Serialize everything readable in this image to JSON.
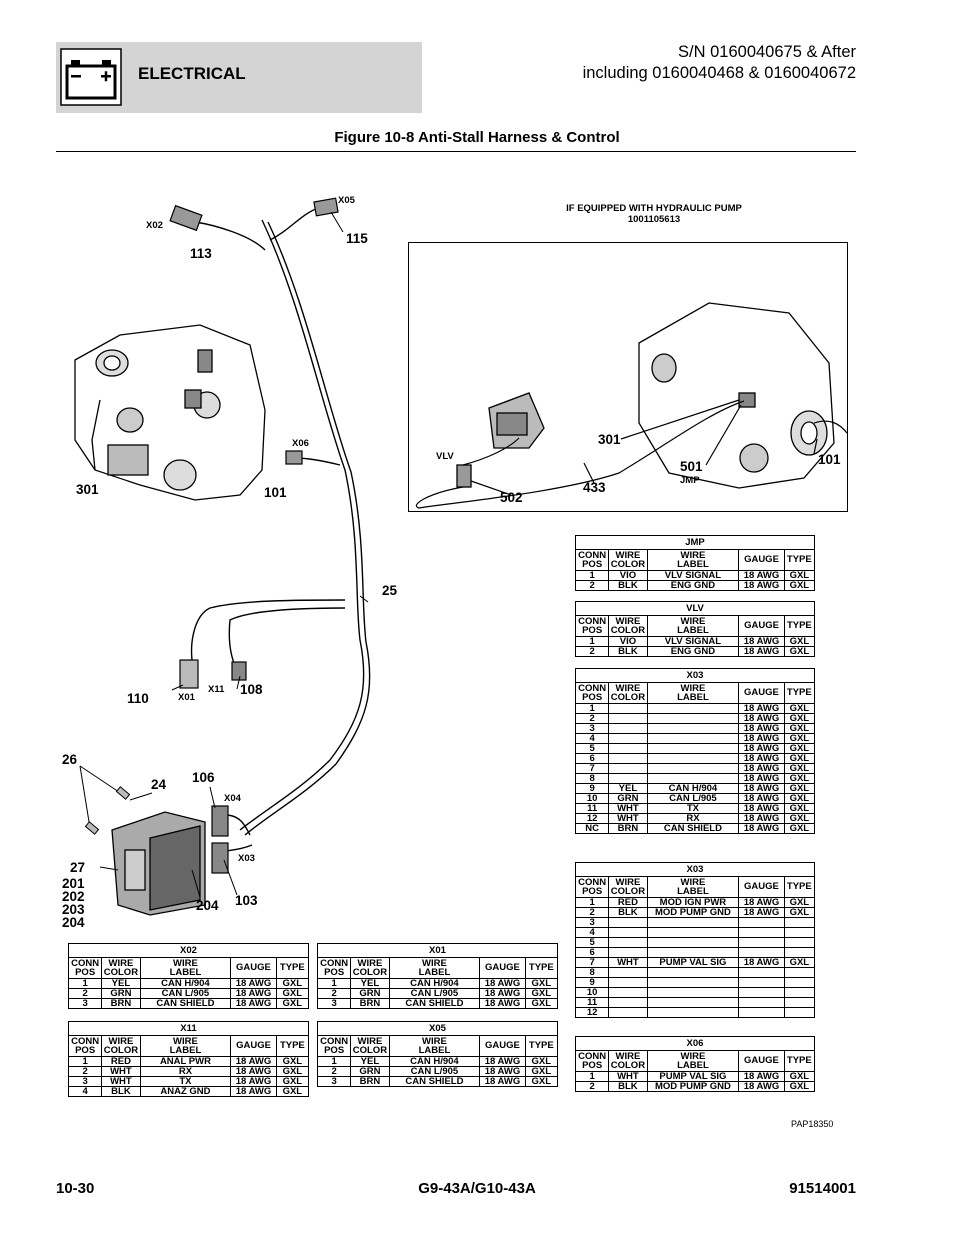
{
  "header": {
    "section": "ELECTRICAL",
    "sn_line1": "S/N 0160040675 & After",
    "sn_line2": "including 0160040468 & 0160040672",
    "figure_title": "Figure 10-8 Anti-Stall Harness & Control",
    "battery_icon": "battery-icon"
  },
  "diagram": {
    "callouts": {
      "c113": "113",
      "c115": "115",
      "c301a": "301",
      "c101a": "101",
      "c25": "25",
      "c110": "110",
      "c108": "108",
      "c26": "26",
      "c24": "24",
      "c106": "106",
      "c27": "27",
      "c201": "201",
      "c202": "202",
      "c203": "203",
      "c204a": "204",
      "c204b": "204",
      "c103": "103"
    },
    "connectors": {
      "x02": "X02",
      "x05": "X05",
      "x06": "X06",
      "x01": "X01",
      "x11": "X11",
      "x04": "X04",
      "x03": "X03"
    },
    "inset": {
      "title_line1": "IF EQUIPPED WITH HYDRAULIC PUMP",
      "title_line2": "1001105613",
      "c301": "301",
      "c501": "501",
      "jmp": "JMP",
      "c101": "101",
      "vlv": "VLV",
      "c502": "502",
      "c433": "433"
    }
  },
  "tables": {
    "hdr": {
      "conn1": "CONN",
      "conn2": "POS",
      "wire1": "WIRE",
      "color": "COLOR",
      "label": "LABEL",
      "gauge": "GAUGE",
      "type": "TYPE"
    },
    "jmp": {
      "title": "JMP",
      "rows": [
        [
          "1",
          "VIO",
          "VLV SIGNAL",
          "18 AWG",
          "GXL"
        ],
        [
          "2",
          "BLK",
          "ENG GND",
          "18 AWG",
          "GXL"
        ]
      ]
    },
    "vlv": {
      "title": "VLV",
      "rows": [
        [
          "1",
          "VIO",
          "VLV SIGNAL",
          "18 AWG",
          "GXL"
        ],
        [
          "2",
          "BLK",
          "ENG GND",
          "18 AWG",
          "GXL"
        ]
      ]
    },
    "x03a": {
      "title": "X03",
      "rows": [
        [
          "1",
          "",
          "",
          "18 AWG",
          "GXL"
        ],
        [
          "2",
          "",
          "",
          "18 AWG",
          "GXL"
        ],
        [
          "3",
          "",
          "",
          "18 AWG",
          "GXL"
        ],
        [
          "4",
          "",
          "",
          "18 AWG",
          "GXL"
        ],
        [
          "5",
          "",
          "",
          "18 AWG",
          "GXL"
        ],
        [
          "6",
          "",
          "",
          "18 AWG",
          "GXL"
        ],
        [
          "7",
          "",
          "",
          "18 AWG",
          "GXL"
        ],
        [
          "8",
          "",
          "",
          "18 AWG",
          "GXL"
        ],
        [
          "9",
          "YEL",
          "CAN H/904",
          "18 AWG",
          "GXL"
        ],
        [
          "10",
          "GRN",
          "CAN L/905",
          "18 AWG",
          "GXL"
        ],
        [
          "11",
          "WHT",
          "TX",
          "18 AWG",
          "GXL"
        ],
        [
          "12",
          "WHT",
          "RX",
          "18 AWG",
          "GXL"
        ],
        [
          "NC",
          "BRN",
          "CAN SHIELD",
          "18 AWG",
          "GXL"
        ]
      ]
    },
    "x03b": {
      "title": "X03",
      "rows": [
        [
          "1",
          "RED",
          "MOD IGN PWR",
          "18 AWG",
          "GXL"
        ],
        [
          "2",
          "BLK",
          "MOD PUMP GND",
          "18 AWG",
          "GXL"
        ],
        [
          "3",
          "",
          "",
          "",
          ""
        ],
        [
          "4",
          "",
          "",
          "",
          ""
        ],
        [
          "5",
          "",
          "",
          "",
          ""
        ],
        [
          "6",
          "",
          "",
          "",
          ""
        ],
        [
          "7",
          "WHT",
          "PUMP VAL SIG",
          "18 AWG",
          "GXL"
        ],
        [
          "8",
          "",
          "",
          "",
          ""
        ],
        [
          "9",
          "",
          "",
          "",
          ""
        ],
        [
          "10",
          "",
          "",
          "",
          ""
        ],
        [
          "11",
          "",
          "",
          "",
          ""
        ],
        [
          "12",
          "",
          "",
          "",
          ""
        ]
      ]
    },
    "x06": {
      "title": "X06",
      "rows": [
        [
          "1",
          "WHT",
          "PUMP VAL SIG",
          "18 AWG",
          "GXL"
        ],
        [
          "2",
          "BLK",
          "MOD PUMP GND",
          "18 AWG",
          "GXL"
        ]
      ]
    },
    "x02": {
      "title": "X02",
      "rows": [
        [
          "1",
          "YEL",
          "CAN H/904",
          "18 AWG",
          "GXL"
        ],
        [
          "2",
          "GRN",
          "CAN L/905",
          "18 AWG",
          "GXL"
        ],
        [
          "3",
          "BRN",
          "CAN SHIELD",
          "18 AWG",
          "GXL"
        ]
      ]
    },
    "x01": {
      "title": "X01",
      "rows": [
        [
          "1",
          "YEL",
          "CAN H/904",
          "18 AWG",
          "GXL"
        ],
        [
          "2",
          "GRN",
          "CAN L/905",
          "18 AWG",
          "GXL"
        ],
        [
          "3",
          "BRN",
          "CAN SHIELD",
          "18 AWG",
          "GXL"
        ]
      ]
    },
    "x11": {
      "title": "X11",
      "rows": [
        [
          "1",
          "RED",
          "ANAL PWR",
          "18 AWG",
          "GXL"
        ],
        [
          "2",
          "WHT",
          "RX",
          "18 AWG",
          "GXL"
        ],
        [
          "3",
          "WHT",
          "TX",
          "18 AWG",
          "GXL"
        ],
        [
          "4",
          "BLK",
          "ANAZ GND",
          "18 AWG",
          "GXL"
        ]
      ]
    },
    "x05": {
      "title": "X05",
      "rows": [
        [
          "1",
          "YEL",
          "CAN H/904",
          "18 AWG",
          "GXL"
        ],
        [
          "2",
          "GRN",
          "CAN L/905",
          "18 AWG",
          "GXL"
        ],
        [
          "3",
          "BRN",
          "CAN SHIELD",
          "18 AWG",
          "GXL"
        ]
      ]
    }
  },
  "footer": {
    "page": "10-30",
    "model": "G9-43A/G10-43A",
    "doc": "91514001",
    "pap": "PAP18350"
  }
}
